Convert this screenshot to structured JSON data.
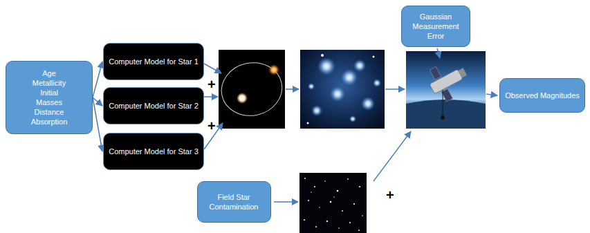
{
  "diagram": {
    "nodes": [
      {
        "text": [
          "Age Metallicity Initial Masses Distance Absorption"
        ]
      },
      {
        "text": [
          "Computer Model for Star 1"
        ]
      },
      {
        "text": [
          "Computer Model for Star 2"
        ]
      },
      {
        "text": [
          "Computer Model for Star 3"
        ]
      },
      {
        "text": [
          "Gaussian Measurement Error"
        ]
      },
      {
        "text": [
          "Observed Magnitudes"
        ]
      },
      {
        "text": [
          "Field Star Contamination"
        ]
      }
    ],
    "edges": [
      {
        "from": 0,
        "to": 1,
        "arrow": "to"
      },
      {
        "from": 0,
        "to": 2,
        "arrow": "to"
      },
      {
        "from": 0,
        "to": 3,
        "arrow": "to"
      }
    ],
    "labels": [
      "+",
      "+",
      "+"
    ]
  }
}
